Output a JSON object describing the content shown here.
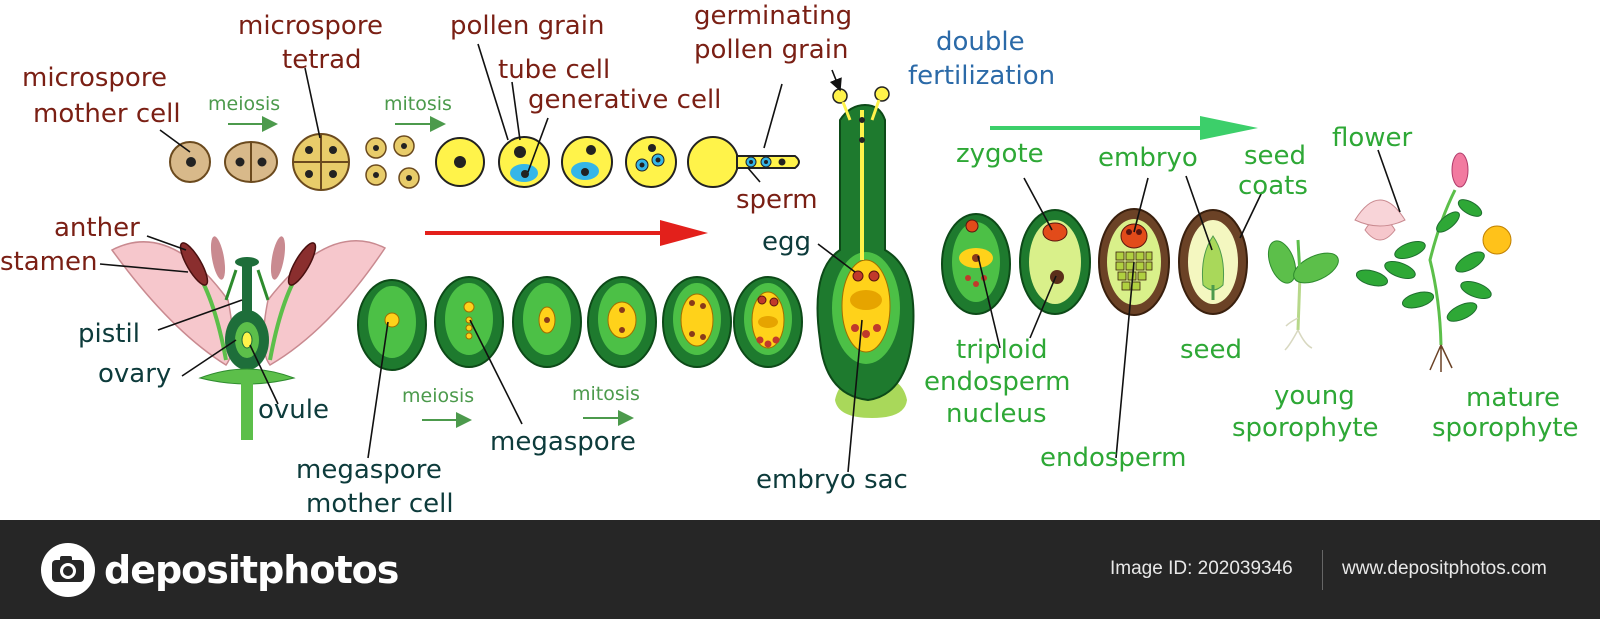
{
  "labels": {
    "microspore_mother_cell": [
      "microspore",
      "mother cell"
    ],
    "microspore_tetrad": [
      "microspore",
      "tetrad"
    ],
    "pollen_grain": "pollen grain",
    "tube_cell": "tube cell",
    "generative_cell": "generative  cell",
    "germinating_pollen_grain": [
      "germinating",
      "pollen grain"
    ],
    "double_fertilization": [
      "double",
      "fertilization"
    ],
    "meiosis_top": "meiosis",
    "mitosis_top": "mitosis",
    "sperm": "sperm",
    "anther": "anther",
    "stamen": "stamen",
    "pistil": "pistil",
    "ovary": "ovary",
    "ovule": "ovule",
    "egg": "egg",
    "zygote": "zygote",
    "embryo": "embryo",
    "seed_coats": [
      "seed",
      "coats"
    ],
    "flower": "flower",
    "triploid_endosperm_nucleus": [
      "triploid",
      "endosperm",
      "nucleus"
    ],
    "seed": "seed",
    "young_sporophyte": [
      "young",
      "sporophyte"
    ],
    "mature_sporophyte": [
      "mature",
      "sporophyte"
    ],
    "meiosis_bottom": "meiosis",
    "mitosis_bottom": "mitosis",
    "megaspore": "megaspore",
    "megaspore_mother_cell": [
      "megaspore",
      "mother cell"
    ],
    "embryo_sac": "embryo sac",
    "endosperm": "endosperm"
  },
  "footer": {
    "brand": "depositphotos",
    "image_id": "Image ID: 202039346",
    "site": "www.depositphotos.com"
  },
  "colors": {
    "brown_label": "#7a1f14",
    "dark_label": "#0d3b3b",
    "green_label": "#2ea836",
    "blue_label": "#2b6aa8",
    "red_arrow": "#e3201b",
    "green_arrow": "#3ccf6a",
    "footer_bg": "#262626"
  }
}
